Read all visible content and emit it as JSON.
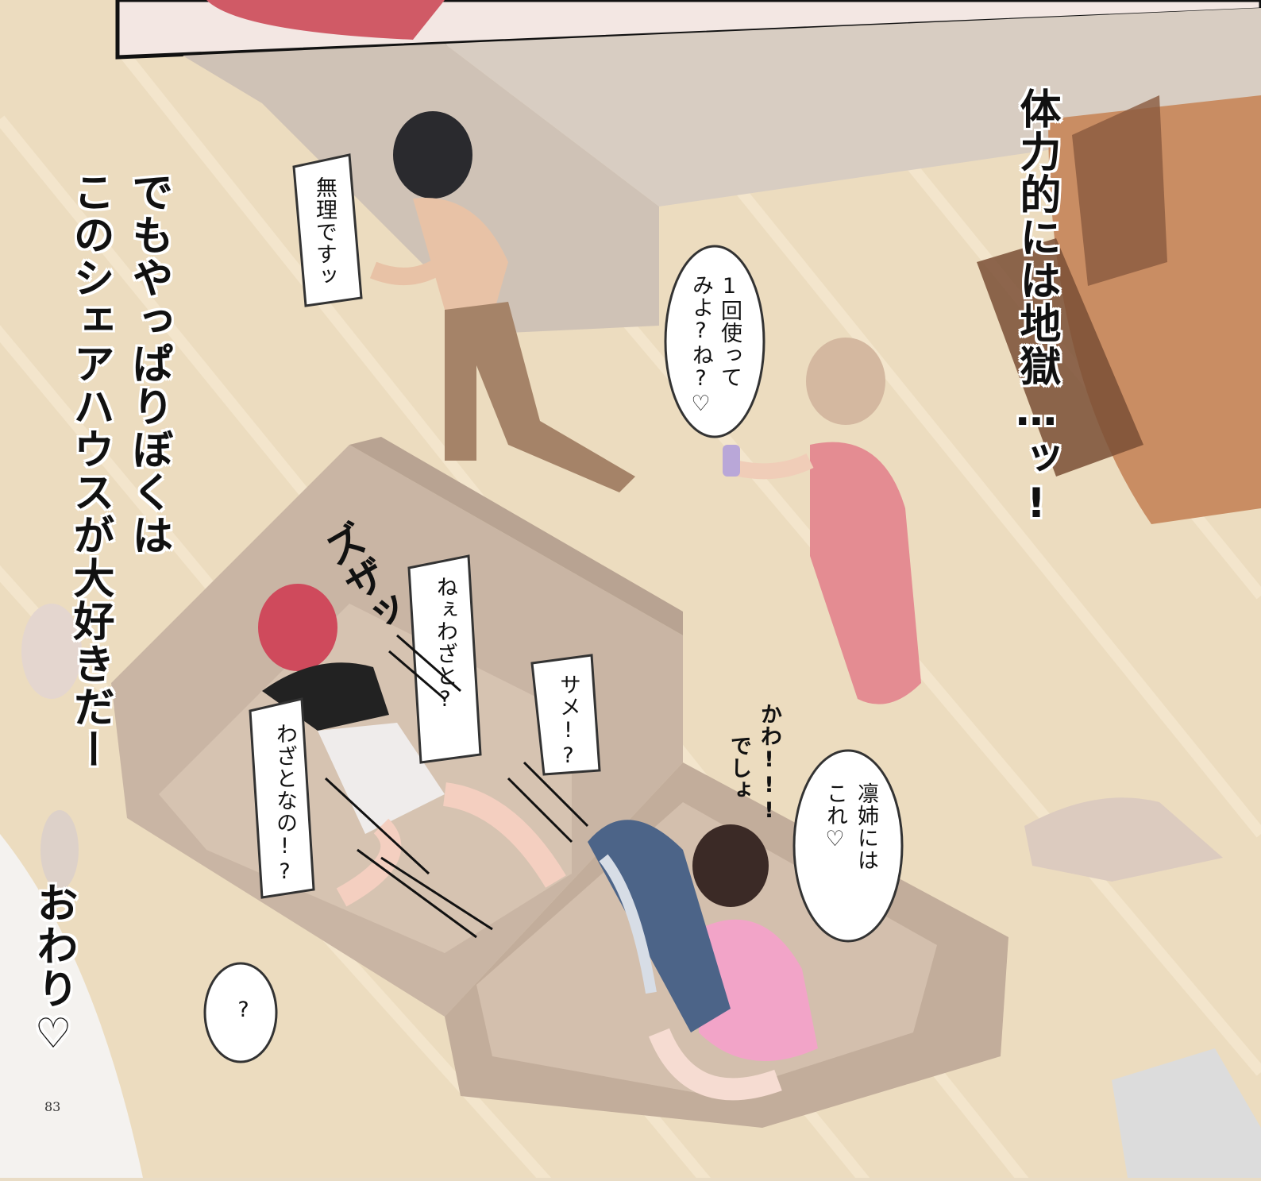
{
  "narration": {
    "right": "体力的には地獄…ッ!",
    "left_line1": "でもやっぱりぼくは",
    "left_line2": "このシェアハウスが大好きだー",
    "ending": "おわり♡"
  },
  "bubbles": {
    "man": "無理ですッ",
    "blonde_line1": "1回使って",
    "blonde_line2": "みよ?ね?♡",
    "redhead_1": "ねぇわざと?",
    "redhead_2": "わざとなの!?",
    "shark": "サメ!?",
    "brunette_line1": "凛姉には",
    "brunette_line2": "これ♡",
    "question": "?"
  },
  "sfx": {
    "slide": "ズザッ",
    "cute_line1": "かわ!!!",
    "cute_line2": "でしょ"
  },
  "page_number": "83"
}
